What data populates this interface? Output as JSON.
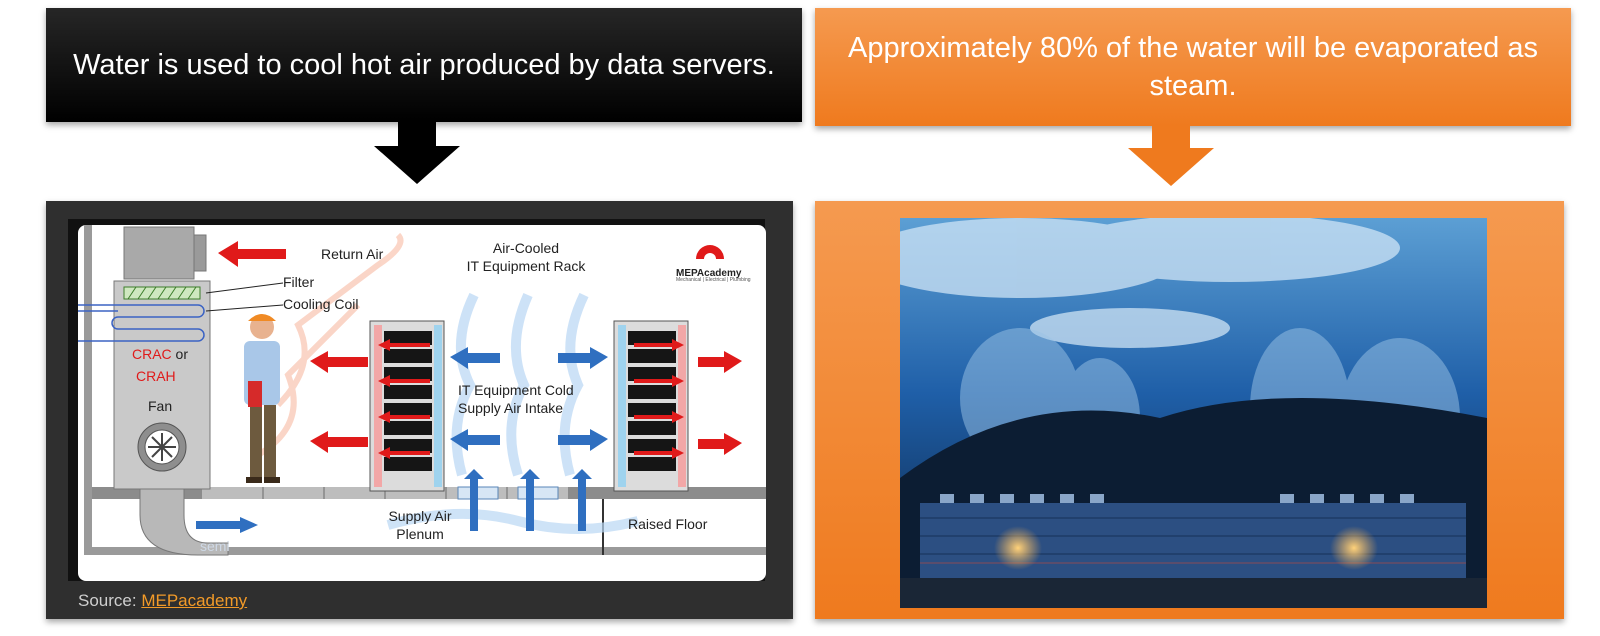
{
  "headers": {
    "left": "Water is used to cool hot air produced by data servers.",
    "right": "Approximately 80% of the water will be evaporated as steam."
  },
  "diagram": {
    "return_air": "Return Air",
    "rack_title_line1": "Air-Cooled",
    "rack_title_line2": "IT Equipment Rack",
    "filter": "Filter",
    "cooling_coil": "Cooling Coil",
    "crac": "CRAC",
    "or": " or",
    "crah": "CRAH",
    "fan": "Fan",
    "intake_line1": "IT Equipment Cold",
    "intake_line2": "Supply Air Intake",
    "plenum_line1": "Supply Air",
    "plenum_line2": "Plenum",
    "raised_floor": "Raised Floor",
    "logo_text": "MEPAcademy",
    "logo_sub": "Mechanical | Electrical | Plumbing",
    "watermark": "semi"
  },
  "source": {
    "prefix": "Source: ",
    "link": "MEPacademy"
  },
  "colors": {
    "accent_orange": "#ef7a1e",
    "arrow_red": "#e01a1a",
    "arrow_blue": "#2f6fc0"
  }
}
